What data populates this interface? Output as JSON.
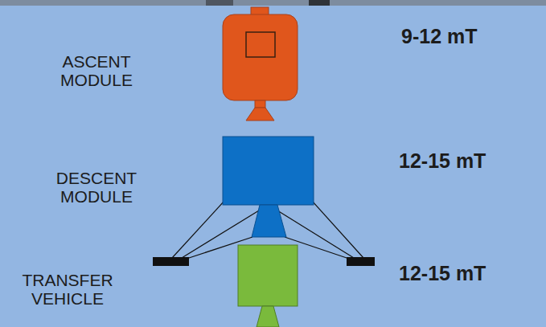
{
  "diagram": {
    "labels": [
      "ASCENT MODULE",
      "9-12 mT",
      "DESCENT MODULE",
      "12-15 mT",
      "TRANSFER VEHICLE",
      "12-15 mT"
    ]
  }
}
